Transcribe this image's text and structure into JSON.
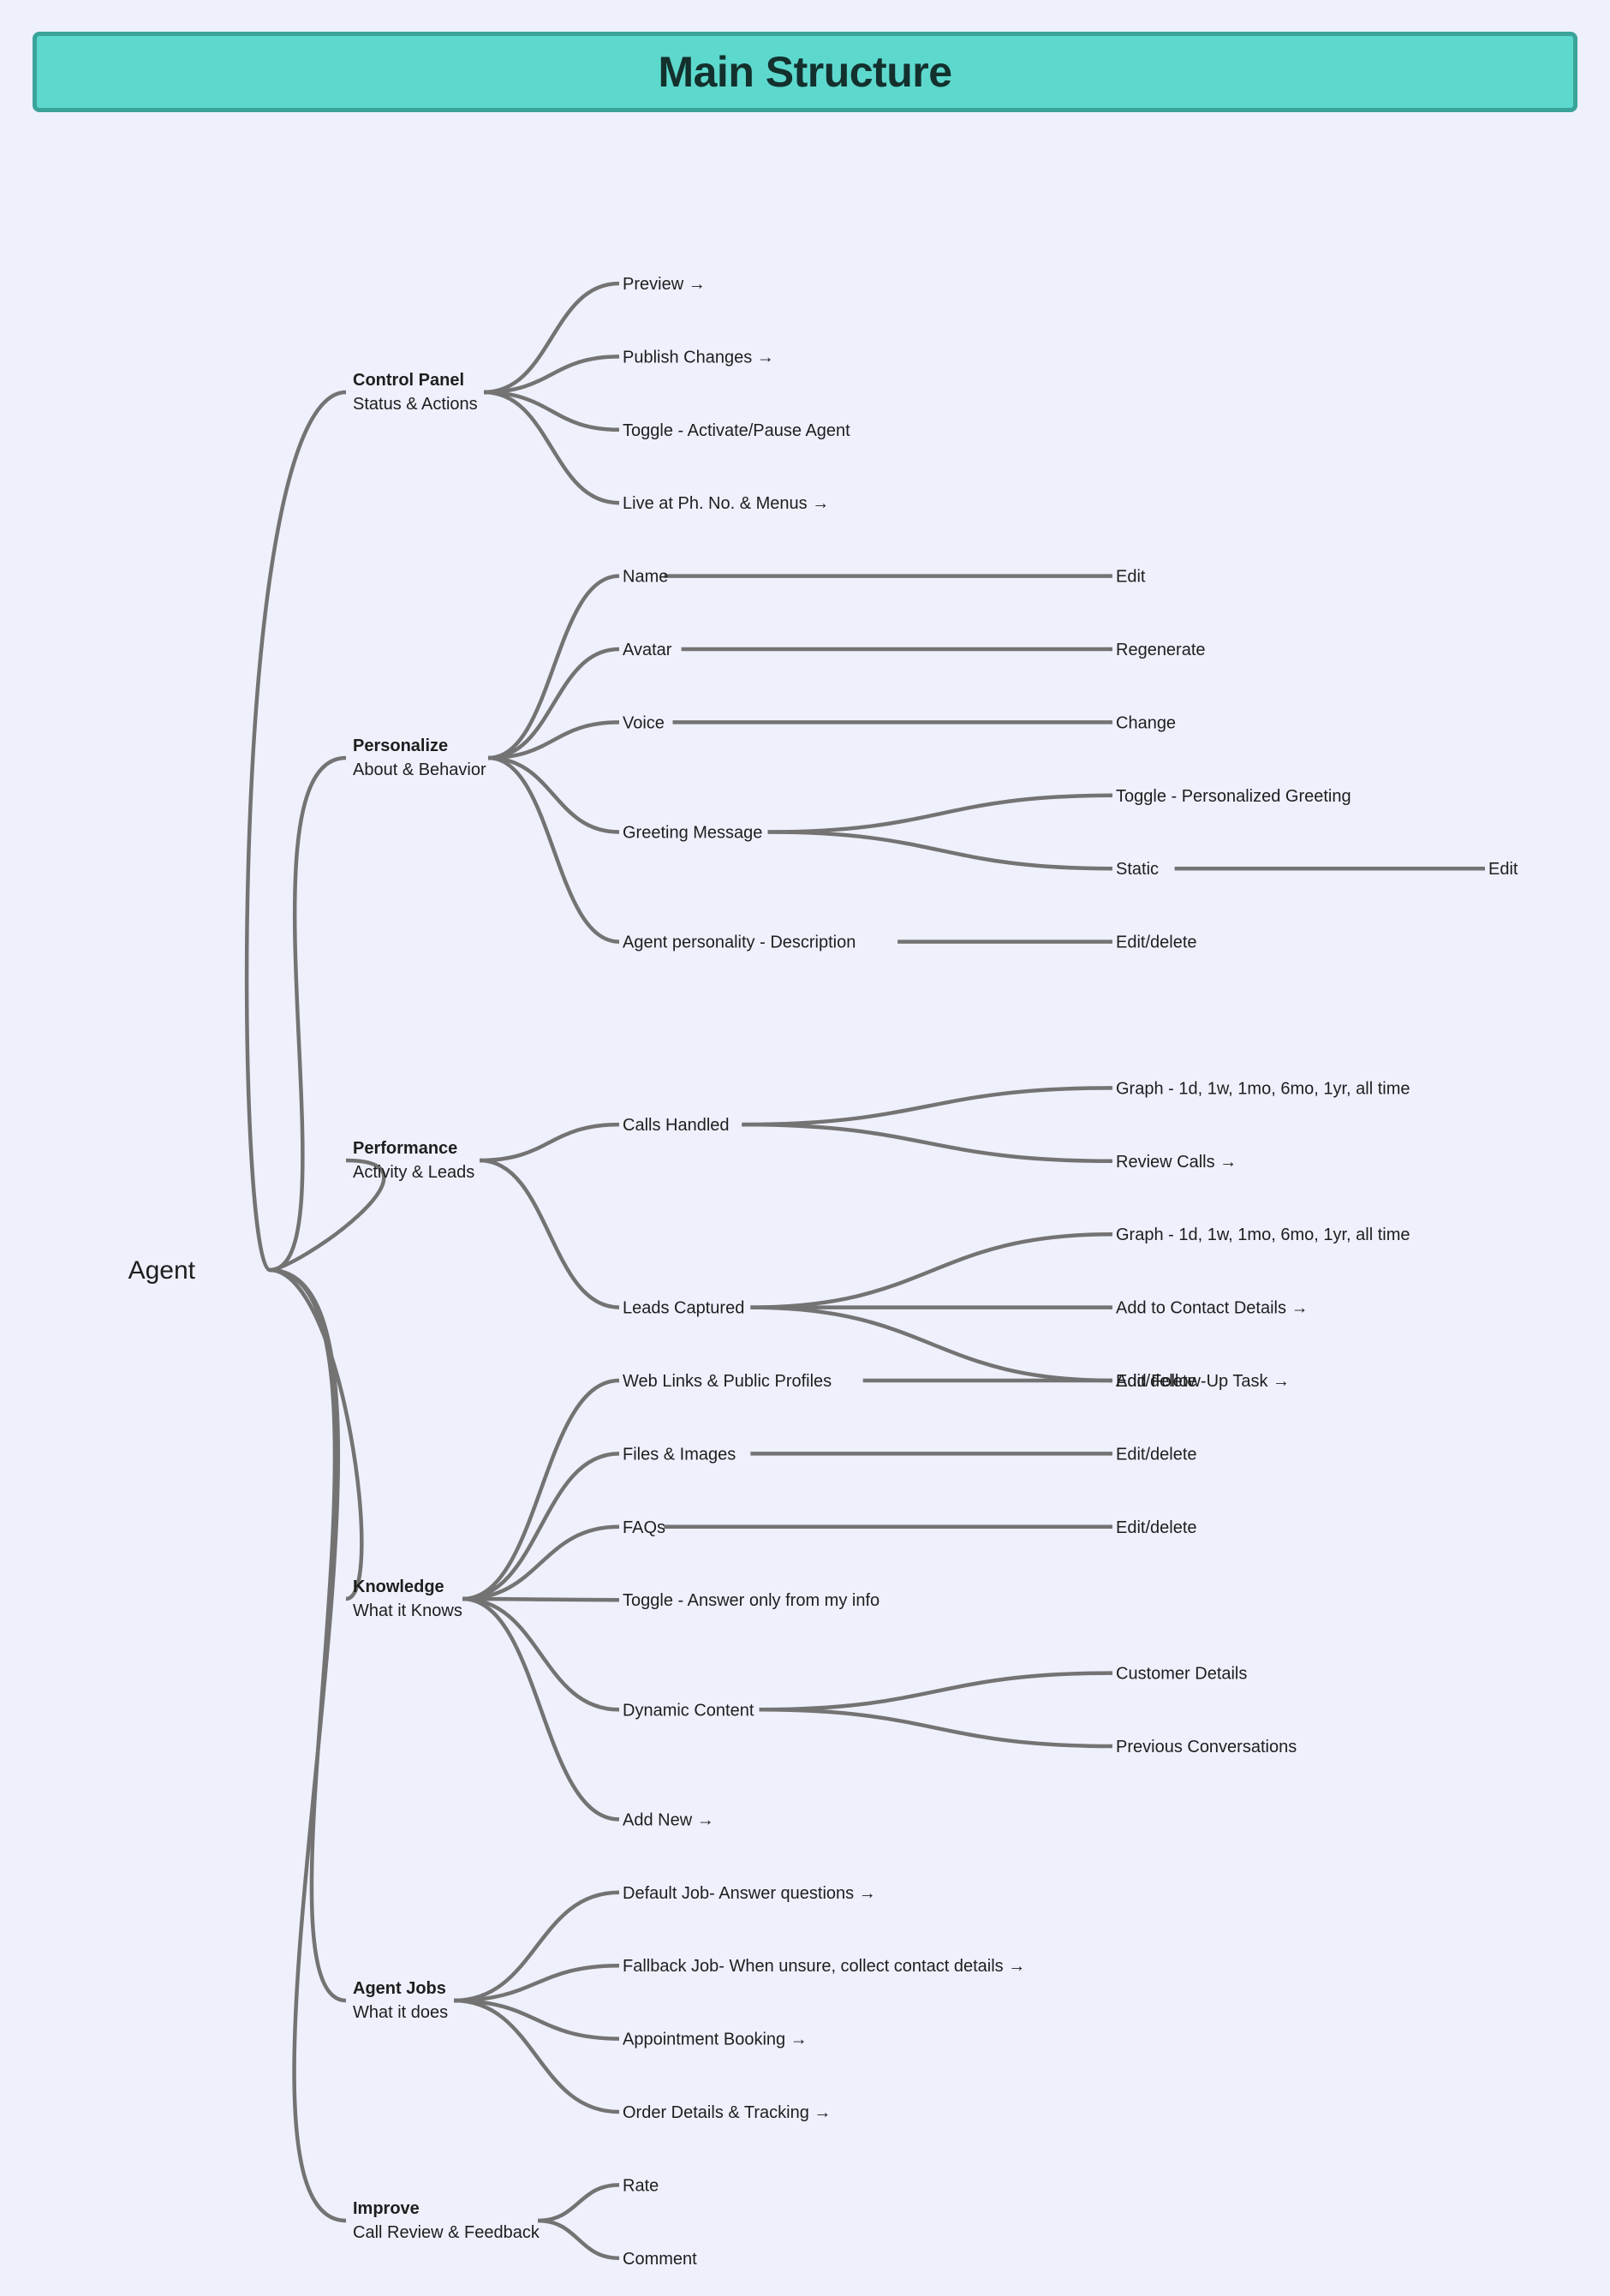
{
  "header": {
    "title": "Main Structure"
  },
  "tree": {
    "root": "Agent",
    "branches": [
      {
        "id": "control-panel",
        "title": "Control Panel",
        "subtitle": "Status & Actions",
        "children": [
          {
            "id": "preview",
            "label": "Preview →"
          },
          {
            "id": "publish-changes",
            "label": "Publish Changes →"
          },
          {
            "id": "toggle-activate",
            "label": "Toggle - Activate/Pause Agent"
          },
          {
            "id": "live-at",
            "label": "Live at Ph. No. & Menus →"
          }
        ]
      },
      {
        "id": "personalize",
        "title": "Personalize",
        "subtitle": "About & Behavior",
        "children": [
          {
            "id": "name",
            "label": "Name",
            "children": [
              {
                "id": "name-edit",
                "label": "Edit"
              }
            ]
          },
          {
            "id": "avatar",
            "label": "Avatar",
            "children": [
              {
                "id": "avatar-regenerate",
                "label": "Regenerate"
              }
            ]
          },
          {
            "id": "voice",
            "label": "Voice",
            "children": [
              {
                "id": "voice-change",
                "label": "Change"
              }
            ]
          },
          {
            "id": "greeting-message",
            "label": "Greeting Message",
            "children": [
              {
                "id": "toggle-personalized-greeting",
                "label": "Toggle - Personalized Greeting"
              },
              {
                "id": "static",
                "label": "Static",
                "children": [
                  {
                    "id": "static-edit",
                    "label": "Edit"
                  }
                ]
              }
            ]
          },
          {
            "id": "agent-personality",
            "label": "Agent personality - Description",
            "children": [
              {
                "id": "personality-edit-delete",
                "label": "Edit/delete"
              }
            ]
          }
        ]
      },
      {
        "id": "performance",
        "title": "Performance",
        "subtitle": "Activity & Leads",
        "children": [
          {
            "id": "calls-handled",
            "label": "Calls Handled",
            "children": [
              {
                "id": "calls-graph",
                "label": "Graph - 1d, 1w, 1mo, 6mo, 1yr, all time"
              },
              {
                "id": "review-calls",
                "label": "Review Calls →"
              }
            ]
          },
          {
            "id": "leads-captured",
            "label": "Leads Captured",
            "children": [
              {
                "id": "leads-graph",
                "label": "Graph - 1d, 1w, 1mo, 6mo, 1yr, all time"
              },
              {
                "id": "add-contact-details",
                "label": "Add to Contact Details →"
              },
              {
                "id": "add-follow-up",
                "label": "Add Follow-Up Task →"
              }
            ]
          }
        ]
      },
      {
        "id": "knowledge",
        "title": "Knowledge",
        "subtitle": "What it Knows",
        "children": [
          {
            "id": "web-links",
            "label": "Web Links & Public Profiles",
            "children": [
              {
                "id": "web-links-edit",
                "label": "Edit/delete"
              }
            ]
          },
          {
            "id": "files-images",
            "label": "Files & Images",
            "children": [
              {
                "id": "files-edit",
                "label": "Edit/delete"
              }
            ]
          },
          {
            "id": "faqs",
            "label": "FAQs",
            "children": [
              {
                "id": "faqs-edit",
                "label": "Edit/delete"
              }
            ]
          },
          {
            "id": "toggle-answer-only",
            "label": "Toggle - Answer only from my info"
          },
          {
            "id": "dynamic-content",
            "label": "Dynamic Content",
            "children": [
              {
                "id": "customer-details",
                "label": "Customer Details"
              },
              {
                "id": "previous-conversations",
                "label": "Previous Conversations"
              }
            ]
          },
          {
            "id": "add-new",
            "label": "Add New →"
          }
        ]
      },
      {
        "id": "agent-jobs",
        "title": "Agent Jobs",
        "subtitle": "What it does",
        "children": [
          {
            "id": "default-job",
            "label": "Default Job- Answer questions →"
          },
          {
            "id": "fallback-job",
            "label": "Fallback Job- When unsure, collect contact details →"
          },
          {
            "id": "appointment-booking",
            "label": "Appointment Booking →"
          },
          {
            "id": "order-details",
            "label": "Order Details & Tracking →"
          }
        ]
      },
      {
        "id": "improve",
        "title": "Improve",
        "subtitle": "Call Review & Feedback",
        "children": [
          {
            "id": "rate",
            "label": "Rate"
          },
          {
            "id": "comment",
            "label": "Comment"
          }
        ]
      }
    ]
  }
}
